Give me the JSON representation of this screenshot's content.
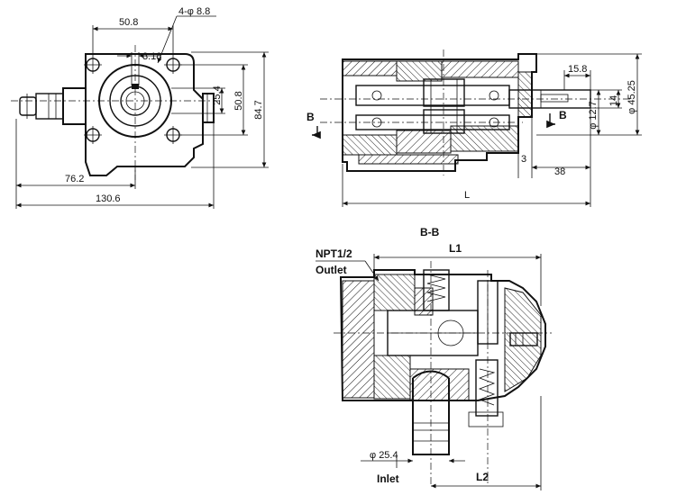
{
  "views": {
    "front": {
      "dims": {
        "width_top": "50.8",
        "holes": "4-φ 8.8",
        "offset": "3.18",
        "height_inner": "25.4",
        "height_mid": "50.8",
        "height_total": "84.7",
        "width_left": "76.2",
        "width_total": "130.6"
      }
    },
    "side": {
      "dims": {
        "shaft_len": "15.8",
        "shaft_dia_a": "14",
        "shaft_dia_b": "φ 45.25",
        "shaft_dia_c": "φ 12.7",
        "step": "3",
        "stub_len": "38",
        "overall": "L"
      },
      "section_marks": [
        "B",
        "B"
      ]
    },
    "section": {
      "title": "B-B",
      "dims": {
        "L1": "L1",
        "L2": "L2",
        "inlet_dia": "φ 25.4"
      },
      "labels": {
        "thread": "NPT1/2",
        "outlet": "Outlet",
        "inlet": "Inlet"
      }
    }
  }
}
